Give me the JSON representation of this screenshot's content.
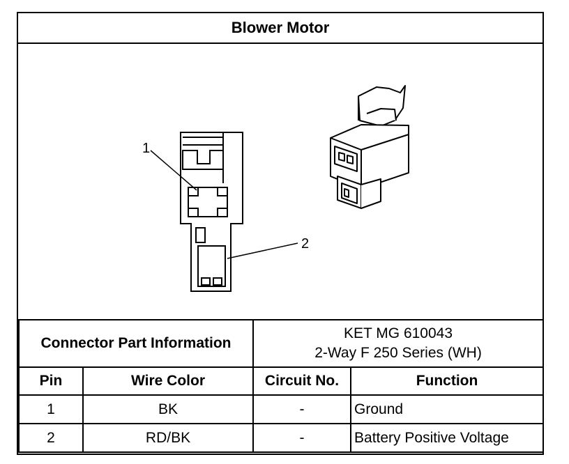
{
  "title": "Blower Motor",
  "callouts": {
    "pin1": "1",
    "pin2": "2"
  },
  "connector_info": {
    "label": "Connector Part Information",
    "line1": "KET MG 610043",
    "line2": "2-Way F 250 Series (WH)"
  },
  "table": {
    "headers": {
      "pin": "Pin",
      "wire_color": "Wire Color",
      "circuit": "Circuit No.",
      "function": "Function"
    },
    "rows": [
      {
        "pin": "1",
        "wire_color": "BK",
        "circuit": "-",
        "function": "Ground"
      },
      {
        "pin": "2",
        "wire_color": "RD/BK",
        "circuit": "-",
        "function": "Battery Positive Voltage"
      }
    ]
  }
}
